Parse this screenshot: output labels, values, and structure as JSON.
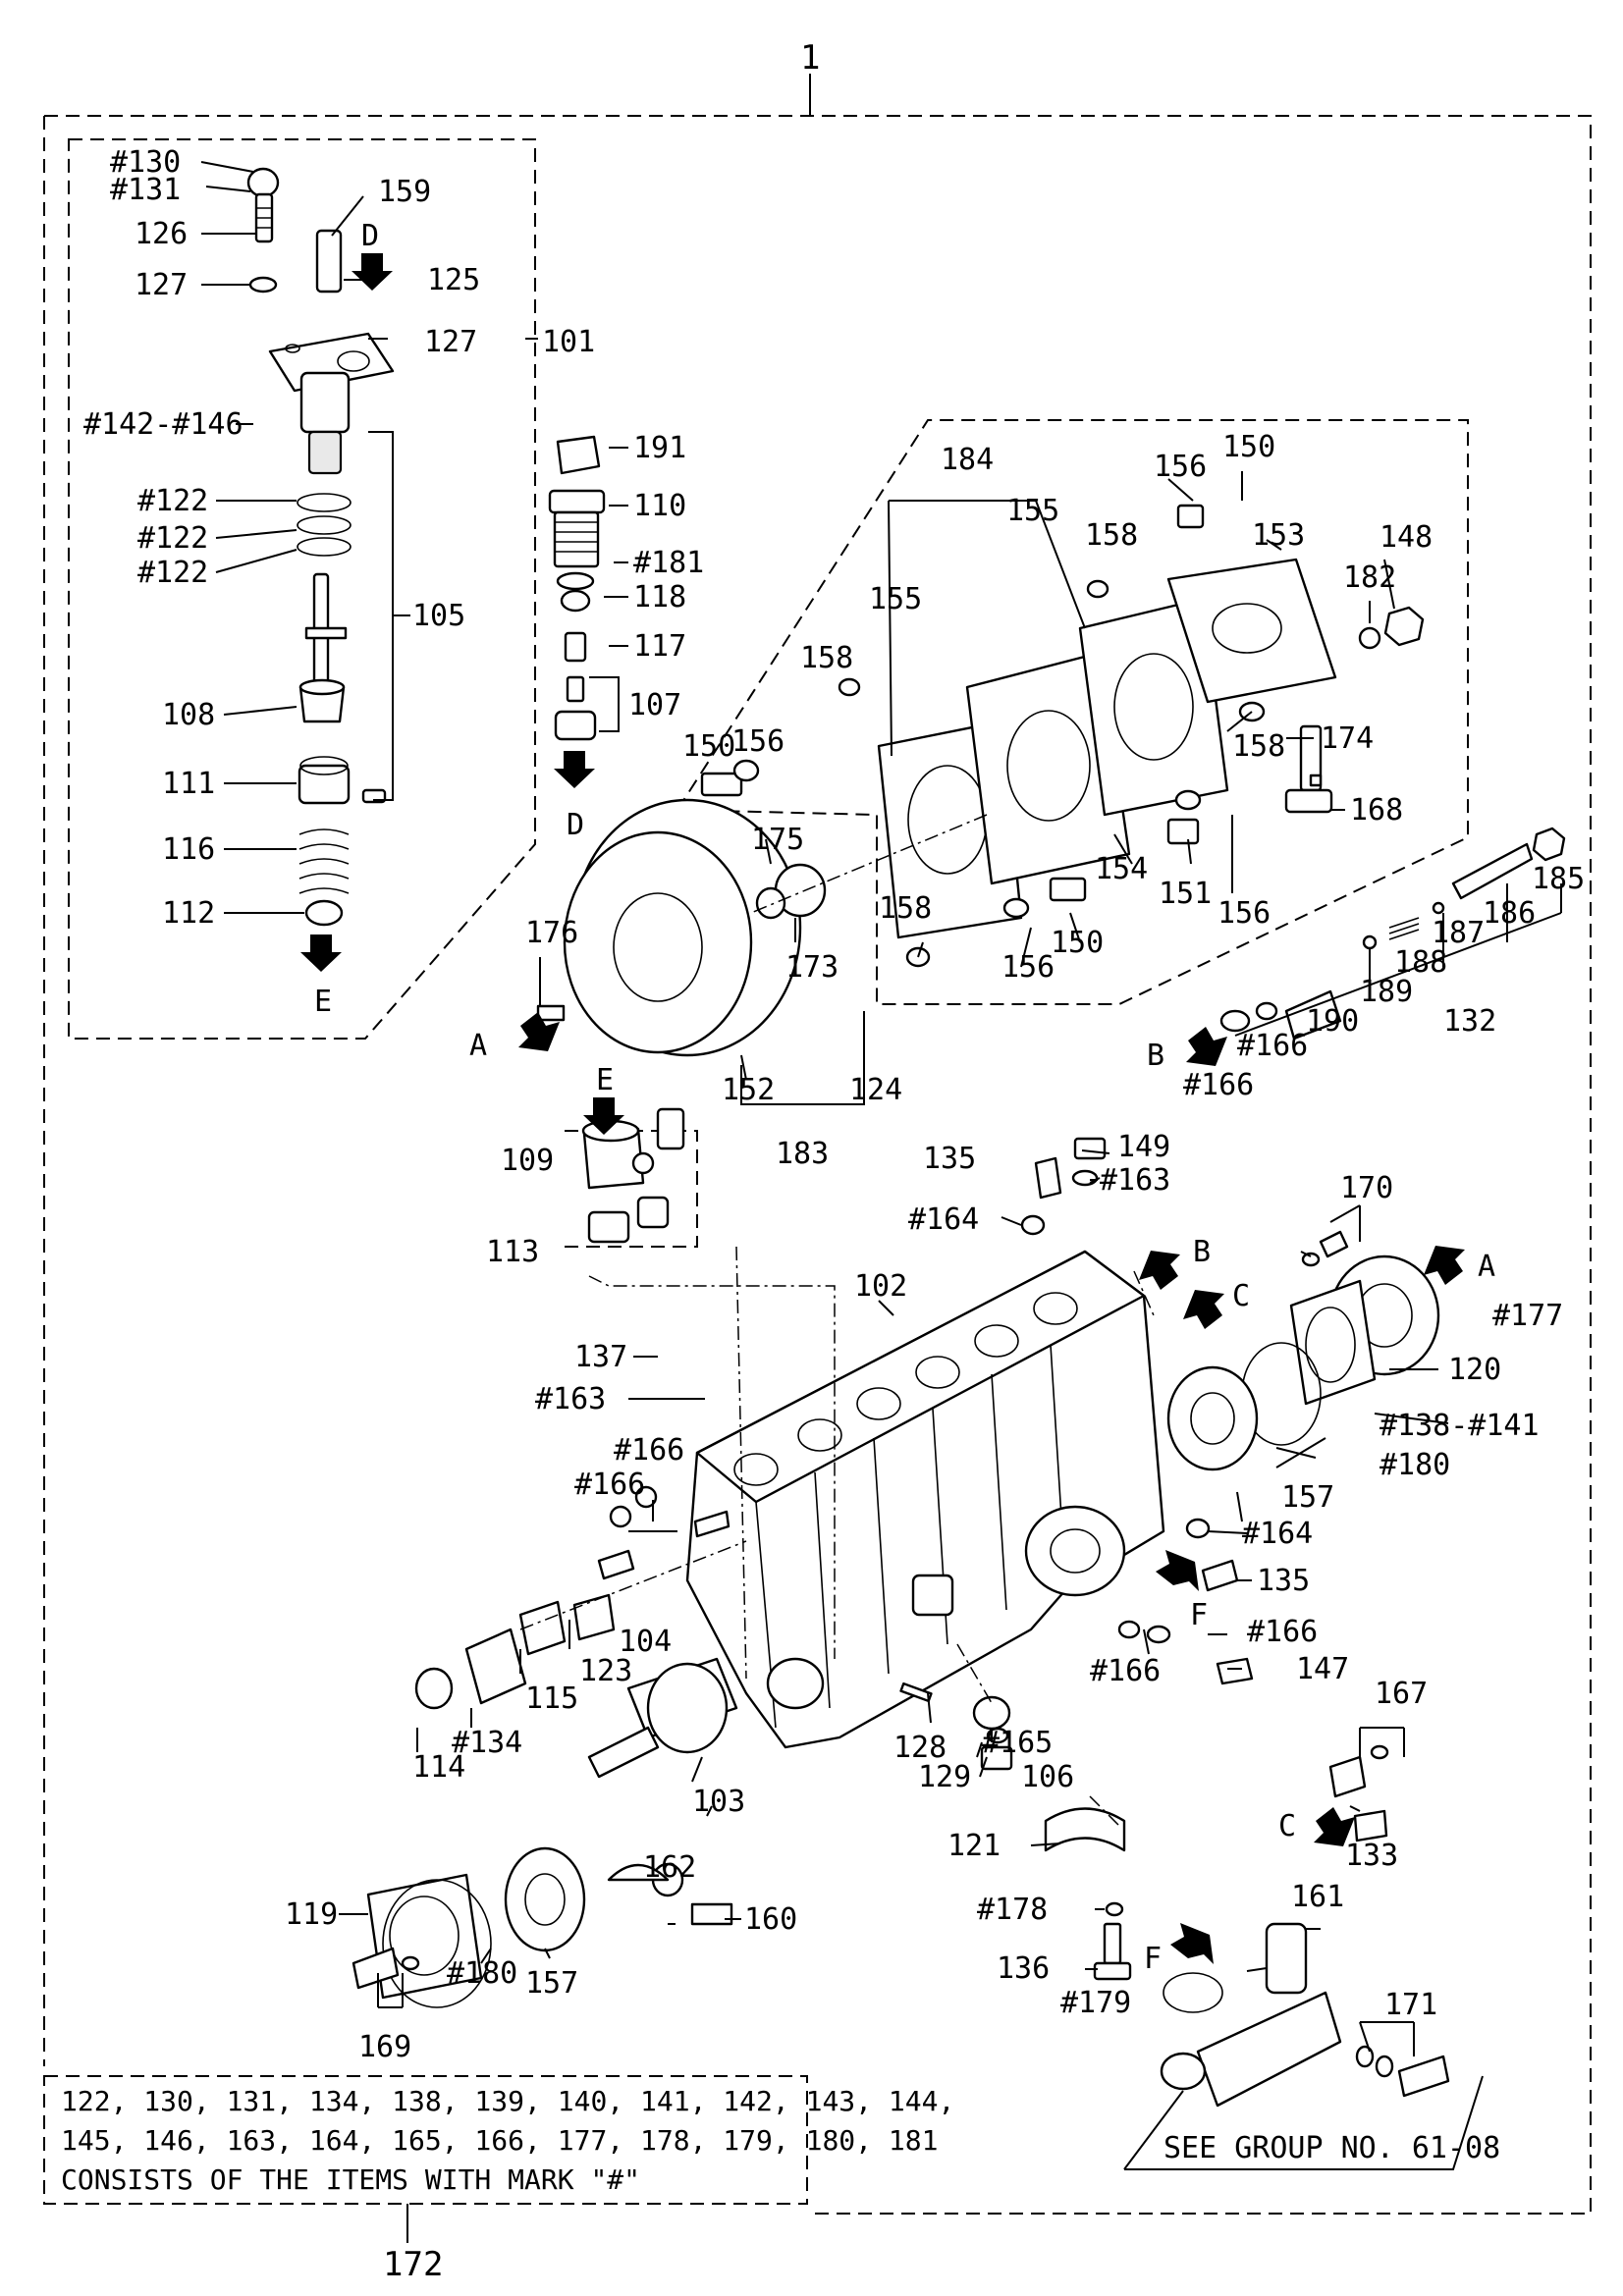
{
  "assembly_label": "1",
  "kit_label": "172",
  "note_lines": [
    "122, 130, 131, 134, 138, 139, 140, 141, 142, 143, 144,",
    "145, 146, 163, 164, 165, 166, 177, 178, 179, 180, 181",
    "CONSISTS OF THE ITEMS WITH MARK \"#\""
  ],
  "see_group": "SEE GROUP NO. 61-08",
  "view_letters": [
    "D",
    "D",
    "E",
    "E",
    "A",
    "A",
    "B",
    "B",
    "C",
    "C",
    "F",
    "F"
  ],
  "callouts": [
    {
      "id": "c130",
      "text": "#130"
    },
    {
      "id": "c131",
      "text": "#131"
    },
    {
      "id": "c126",
      "text": "126"
    },
    {
      "id": "c159",
      "text": "159"
    },
    {
      "id": "c127a",
      "text": "127"
    },
    {
      "id": "c125",
      "text": "125"
    },
    {
      "id": "c127b",
      "text": "127"
    },
    {
      "id": "c101",
      "text": "101"
    },
    {
      "id": "c142",
      "text": "#142-#146"
    },
    {
      "id": "c122a",
      "text": "#122"
    },
    {
      "id": "c122b",
      "text": "#122"
    },
    {
      "id": "c122c",
      "text": "#122"
    },
    {
      "id": "c105",
      "text": "105"
    },
    {
      "id": "c108",
      "text": "108"
    },
    {
      "id": "c111",
      "text": "111"
    },
    {
      "id": "c116",
      "text": "116"
    },
    {
      "id": "c112",
      "text": "112"
    },
    {
      "id": "c191",
      "text": "191"
    },
    {
      "id": "c110",
      "text": "110"
    },
    {
      "id": "c181",
      "text": "#181"
    },
    {
      "id": "c118",
      "text": "118"
    },
    {
      "id": "c117",
      "text": "117"
    },
    {
      "id": "c107",
      "text": "107"
    },
    {
      "id": "c184",
      "text": "184"
    },
    {
      "id": "c155a",
      "text": "155"
    },
    {
      "id": "c155b",
      "text": "155"
    },
    {
      "id": "c158a",
      "text": "158"
    },
    {
      "id": "c156a",
      "text": "156"
    },
    {
      "id": "c150a",
      "text": "150"
    },
    {
      "id": "c153",
      "text": "153"
    },
    {
      "id": "c148",
      "text": "148"
    },
    {
      "id": "c182",
      "text": "182"
    },
    {
      "id": "c158b",
      "text": "158"
    },
    {
      "id": "c156b",
      "text": "156"
    },
    {
      "id": "c150b",
      "text": "150"
    },
    {
      "id": "c158c",
      "text": "158"
    },
    {
      "id": "c174",
      "text": "174"
    },
    {
      "id": "c168",
      "text": "168"
    },
    {
      "id": "c154",
      "text": "154"
    },
    {
      "id": "c151",
      "text": "151"
    },
    {
      "id": "c156c",
      "text": "156"
    },
    {
      "id": "c175",
      "text": "175"
    },
    {
      "id": "c173",
      "text": "173"
    },
    {
      "id": "c158d",
      "text": "158"
    },
    {
      "id": "c156d",
      "text": "156"
    },
    {
      "id": "c150c",
      "text": "150"
    },
    {
      "id": "c176",
      "text": "176"
    },
    {
      "id": "c152",
      "text": "152"
    },
    {
      "id": "c124",
      "text": "124"
    },
    {
      "id": "c183",
      "text": "183"
    },
    {
      "id": "c185",
      "text": "185"
    },
    {
      "id": "c186",
      "text": "186"
    },
    {
      "id": "c187",
      "text": "187"
    },
    {
      "id": "c188",
      "text": "188"
    },
    {
      "id": "c189",
      "text": "189"
    },
    {
      "id": "c190",
      "text": "190"
    },
    {
      "id": "c166a",
      "text": "#166"
    },
    {
      "id": "c166b",
      "text": "#166"
    },
    {
      "id": "c132",
      "text": "132"
    },
    {
      "id": "c109",
      "text": "109"
    },
    {
      "id": "c113",
      "text": "113"
    },
    {
      "id": "c135a",
      "text": "135"
    },
    {
      "id": "c149",
      "text": "149"
    },
    {
      "id": "c163a",
      "text": "#163"
    },
    {
      "id": "c164a",
      "text": "#164"
    },
    {
      "id": "c170",
      "text": "170"
    },
    {
      "id": "c102",
      "text": "102"
    },
    {
      "id": "c177",
      "text": "#177"
    },
    {
      "id": "c120",
      "text": "120"
    },
    {
      "id": "c138",
      "text": "#138-#141"
    },
    {
      "id": "c180a",
      "text": "#180"
    },
    {
      "id": "c157a",
      "text": "157"
    },
    {
      "id": "c137",
      "text": "137"
    },
    {
      "id": "c163b",
      "text": "#163"
    },
    {
      "id": "c166c",
      "text": "#166"
    },
    {
      "id": "c166d",
      "text": "#166"
    },
    {
      "id": "c164b",
      "text": "#164"
    },
    {
      "id": "c135b",
      "text": "135"
    },
    {
      "id": "c104",
      "text": "104"
    },
    {
      "id": "c123",
      "text": "123"
    },
    {
      "id": "c115",
      "text": "115"
    },
    {
      "id": "c134",
      "text": "#134"
    },
    {
      "id": "c114",
      "text": "114"
    },
    {
      "id": "c166e",
      "text": "#166"
    },
    {
      "id": "c166f",
      "text": "#166"
    },
    {
      "id": "c147",
      "text": "147"
    },
    {
      "id": "c128",
      "text": "128"
    },
    {
      "id": "c129",
      "text": "129"
    },
    {
      "id": "c165",
      "text": "#165"
    },
    {
      "id": "c106",
      "text": "106"
    },
    {
      "id": "c103",
      "text": "103"
    },
    {
      "id": "c167",
      "text": "167"
    },
    {
      "id": "c133",
      "text": "133"
    },
    {
      "id": "c121",
      "text": "121"
    },
    {
      "id": "c178",
      "text": "#178"
    },
    {
      "id": "c136",
      "text": "136"
    },
    {
      "id": "c179",
      "text": "#179"
    },
    {
      "id": "c161",
      "text": "161"
    },
    {
      "id": "c171",
      "text": "171"
    },
    {
      "id": "c119",
      "text": "119"
    },
    {
      "id": "c157b",
      "text": "157"
    },
    {
      "id": "c162",
      "text": "162"
    },
    {
      "id": "c160",
      "text": "160"
    },
    {
      "id": "c180b",
      "text": "#180"
    },
    {
      "id": "c169",
      "text": "169"
    }
  ]
}
